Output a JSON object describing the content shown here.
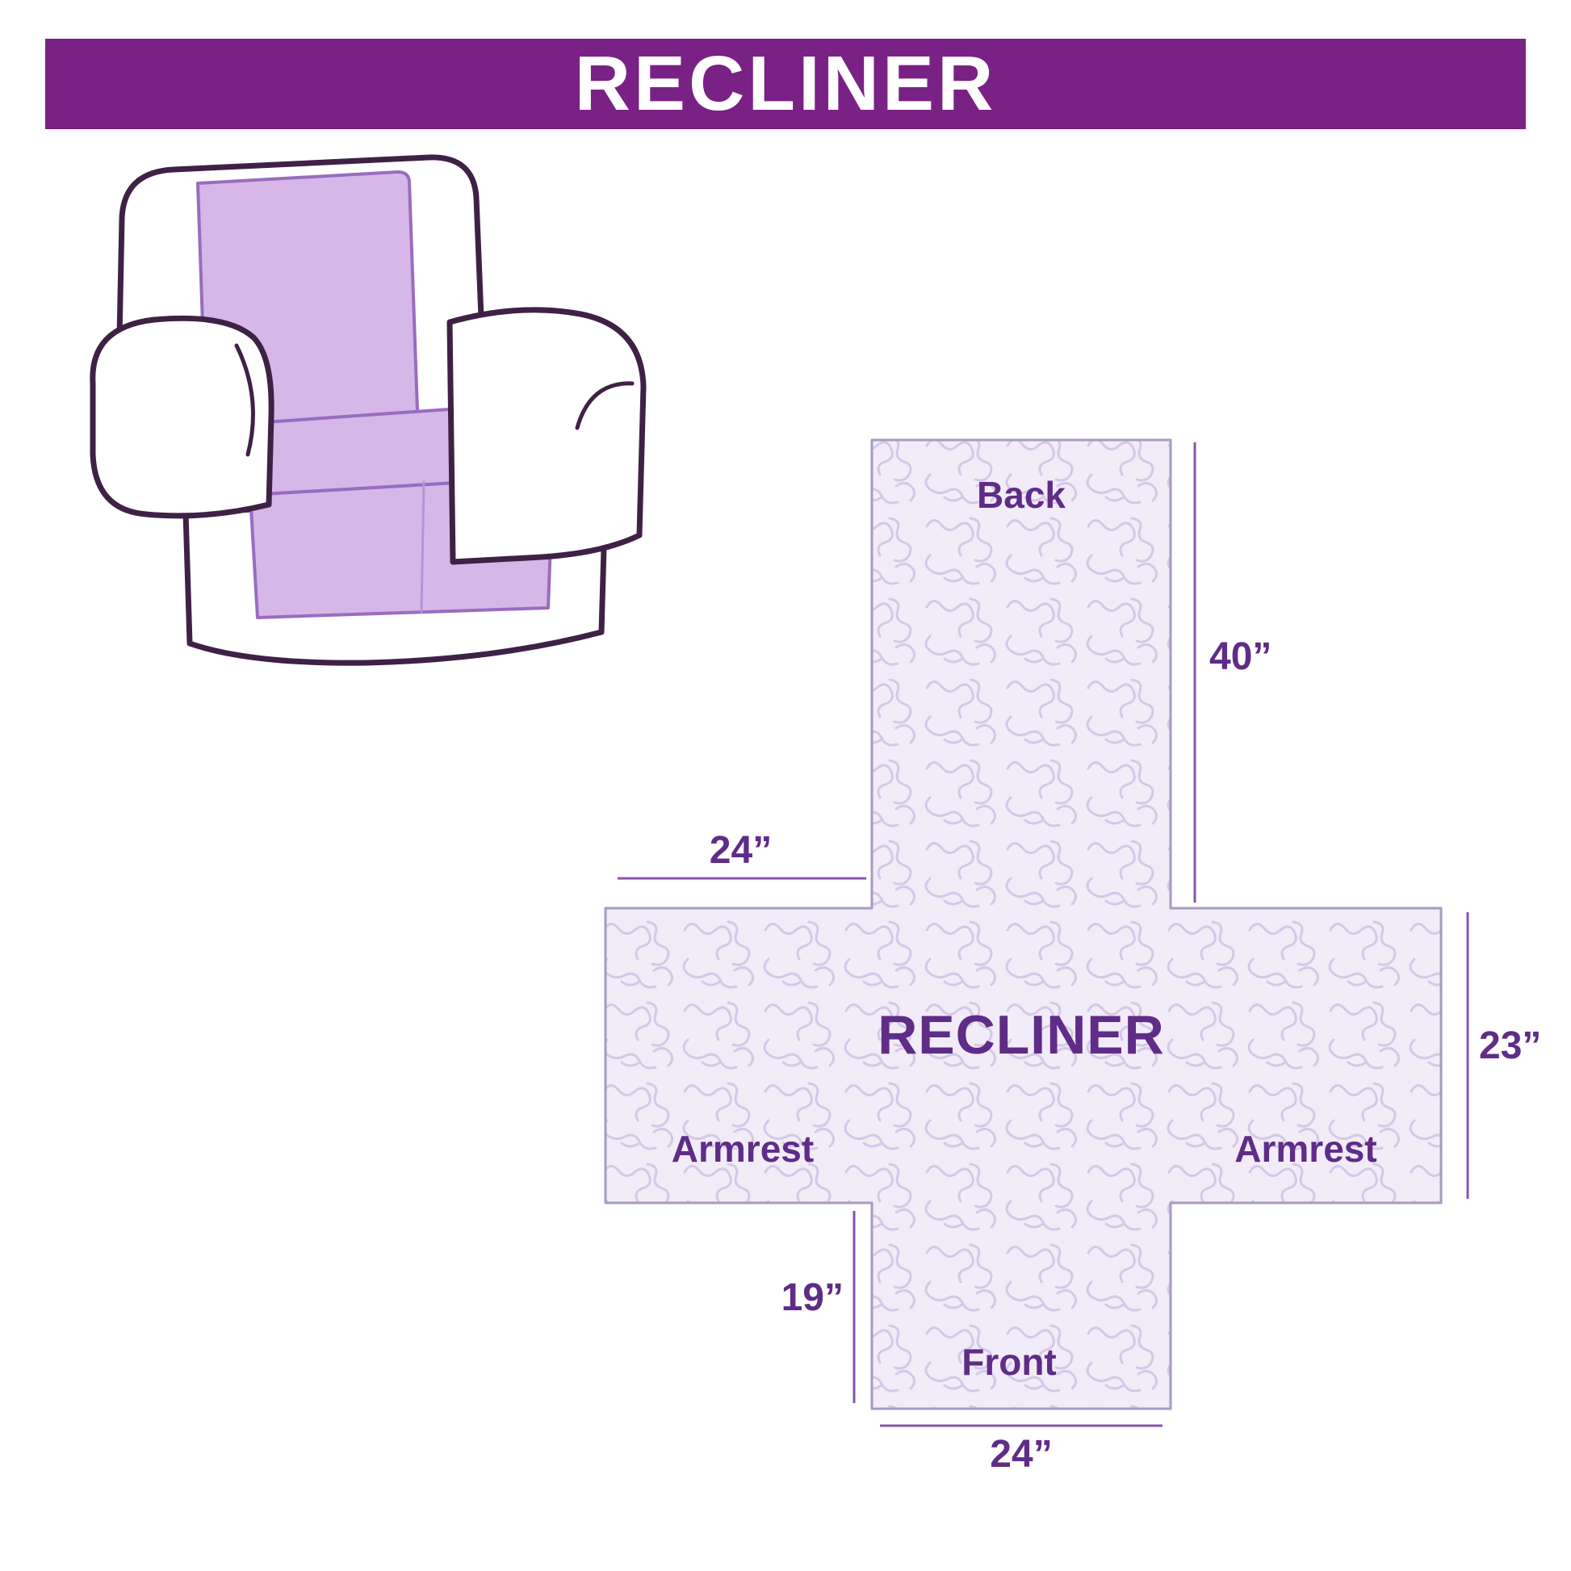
{
  "header": {
    "title": "RECLINER"
  },
  "chair": {
    "name": "recliner-armchair-with-lavender-cover-illustration"
  },
  "diagram": {
    "labels": {
      "back": "Back",
      "center": "RECLINER",
      "armrest_left": "Armrest",
      "armrest_right": "Armrest",
      "front": "Front"
    },
    "dims": {
      "back_height": "40”",
      "top_width": "24”",
      "side_height": "23”",
      "front_drop": "19”",
      "bottom_width": "24”"
    }
  },
  "colors": {
    "banner_bg": "#7a2185",
    "label_purple": "#5f2c87",
    "cover_lavender": "#d6b7e8",
    "chair_outline": "#3f2145",
    "quilt_bg": "#f1ecf8",
    "quilt_squiggle": "#d5c8e8",
    "dimension_line": "#8653ad"
  }
}
